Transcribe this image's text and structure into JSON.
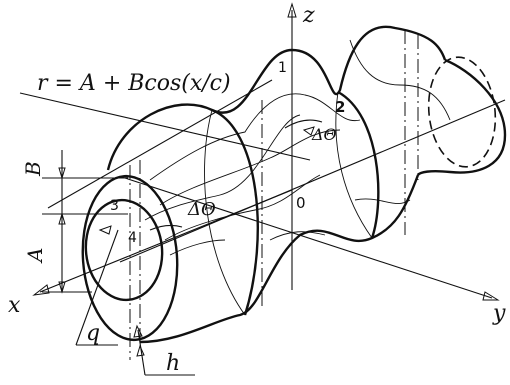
{
  "formula": "r = A + Bcos(x/c)",
  "axes": {
    "z": "z",
    "x": "x",
    "y": "y",
    "origin": "0"
  },
  "params": {
    "A": "A",
    "B": "B",
    "q": "q",
    "h": "h"
  },
  "angle": "ΔΘ",
  "points": [
    "1",
    "2",
    "3",
    "4"
  ]
}
